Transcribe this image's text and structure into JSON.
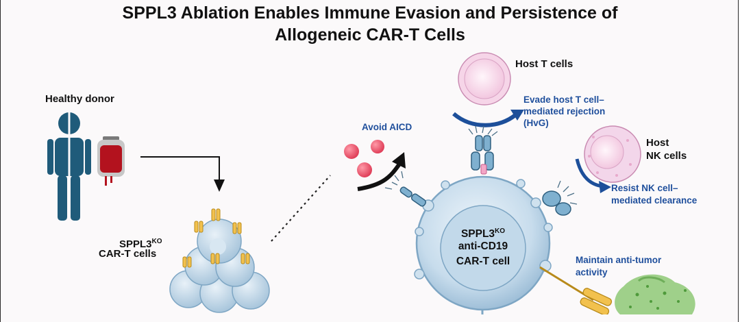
{
  "title": {
    "line1": "SPPL3 Ablation Enables Immune Evasion and Persistence of",
    "line2": "Allogeneic CAR-T Cells"
  },
  "labels": {
    "healthy_donor": "Healthy donor",
    "sppl3ko_base": "SPPL3",
    "sppl3ko_sup": "KO",
    "cart_cells": "CAR-T cells",
    "host_t_cells": "Host T cells",
    "host_nk_line1": "Host",
    "host_nk_line2": "NK cells",
    "avoid_aicd": "Avoid AICD",
    "evade_line1": "Evade host T cell–",
    "evade_line2": "mediated rejection",
    "evade_line3": "(HvG)",
    "resist_line1": "Resist NK cell–",
    "resist_line2": "mediated clearance",
    "maintain_line1": "Maintain anti-tumor",
    "maintain_line2": "activity",
    "center_cell_line1_base": "SPPL3",
    "center_cell_line1_sup": "KO",
    "center_cell_line2": "anti-CD19",
    "center_cell_line3": "CAR-T cell"
  },
  "colors": {
    "figure_blue": "#1f5b7a",
    "arrow_blue": "#1d4f9a",
    "text_blue": "#1f4f9c",
    "car_yellow": "#f2c14e",
    "cell_blue": "#b9d3e6",
    "host_pink": "#f3c6e0",
    "tumor_green": "#8bc47a",
    "aicd_red": "#e34a5f"
  }
}
